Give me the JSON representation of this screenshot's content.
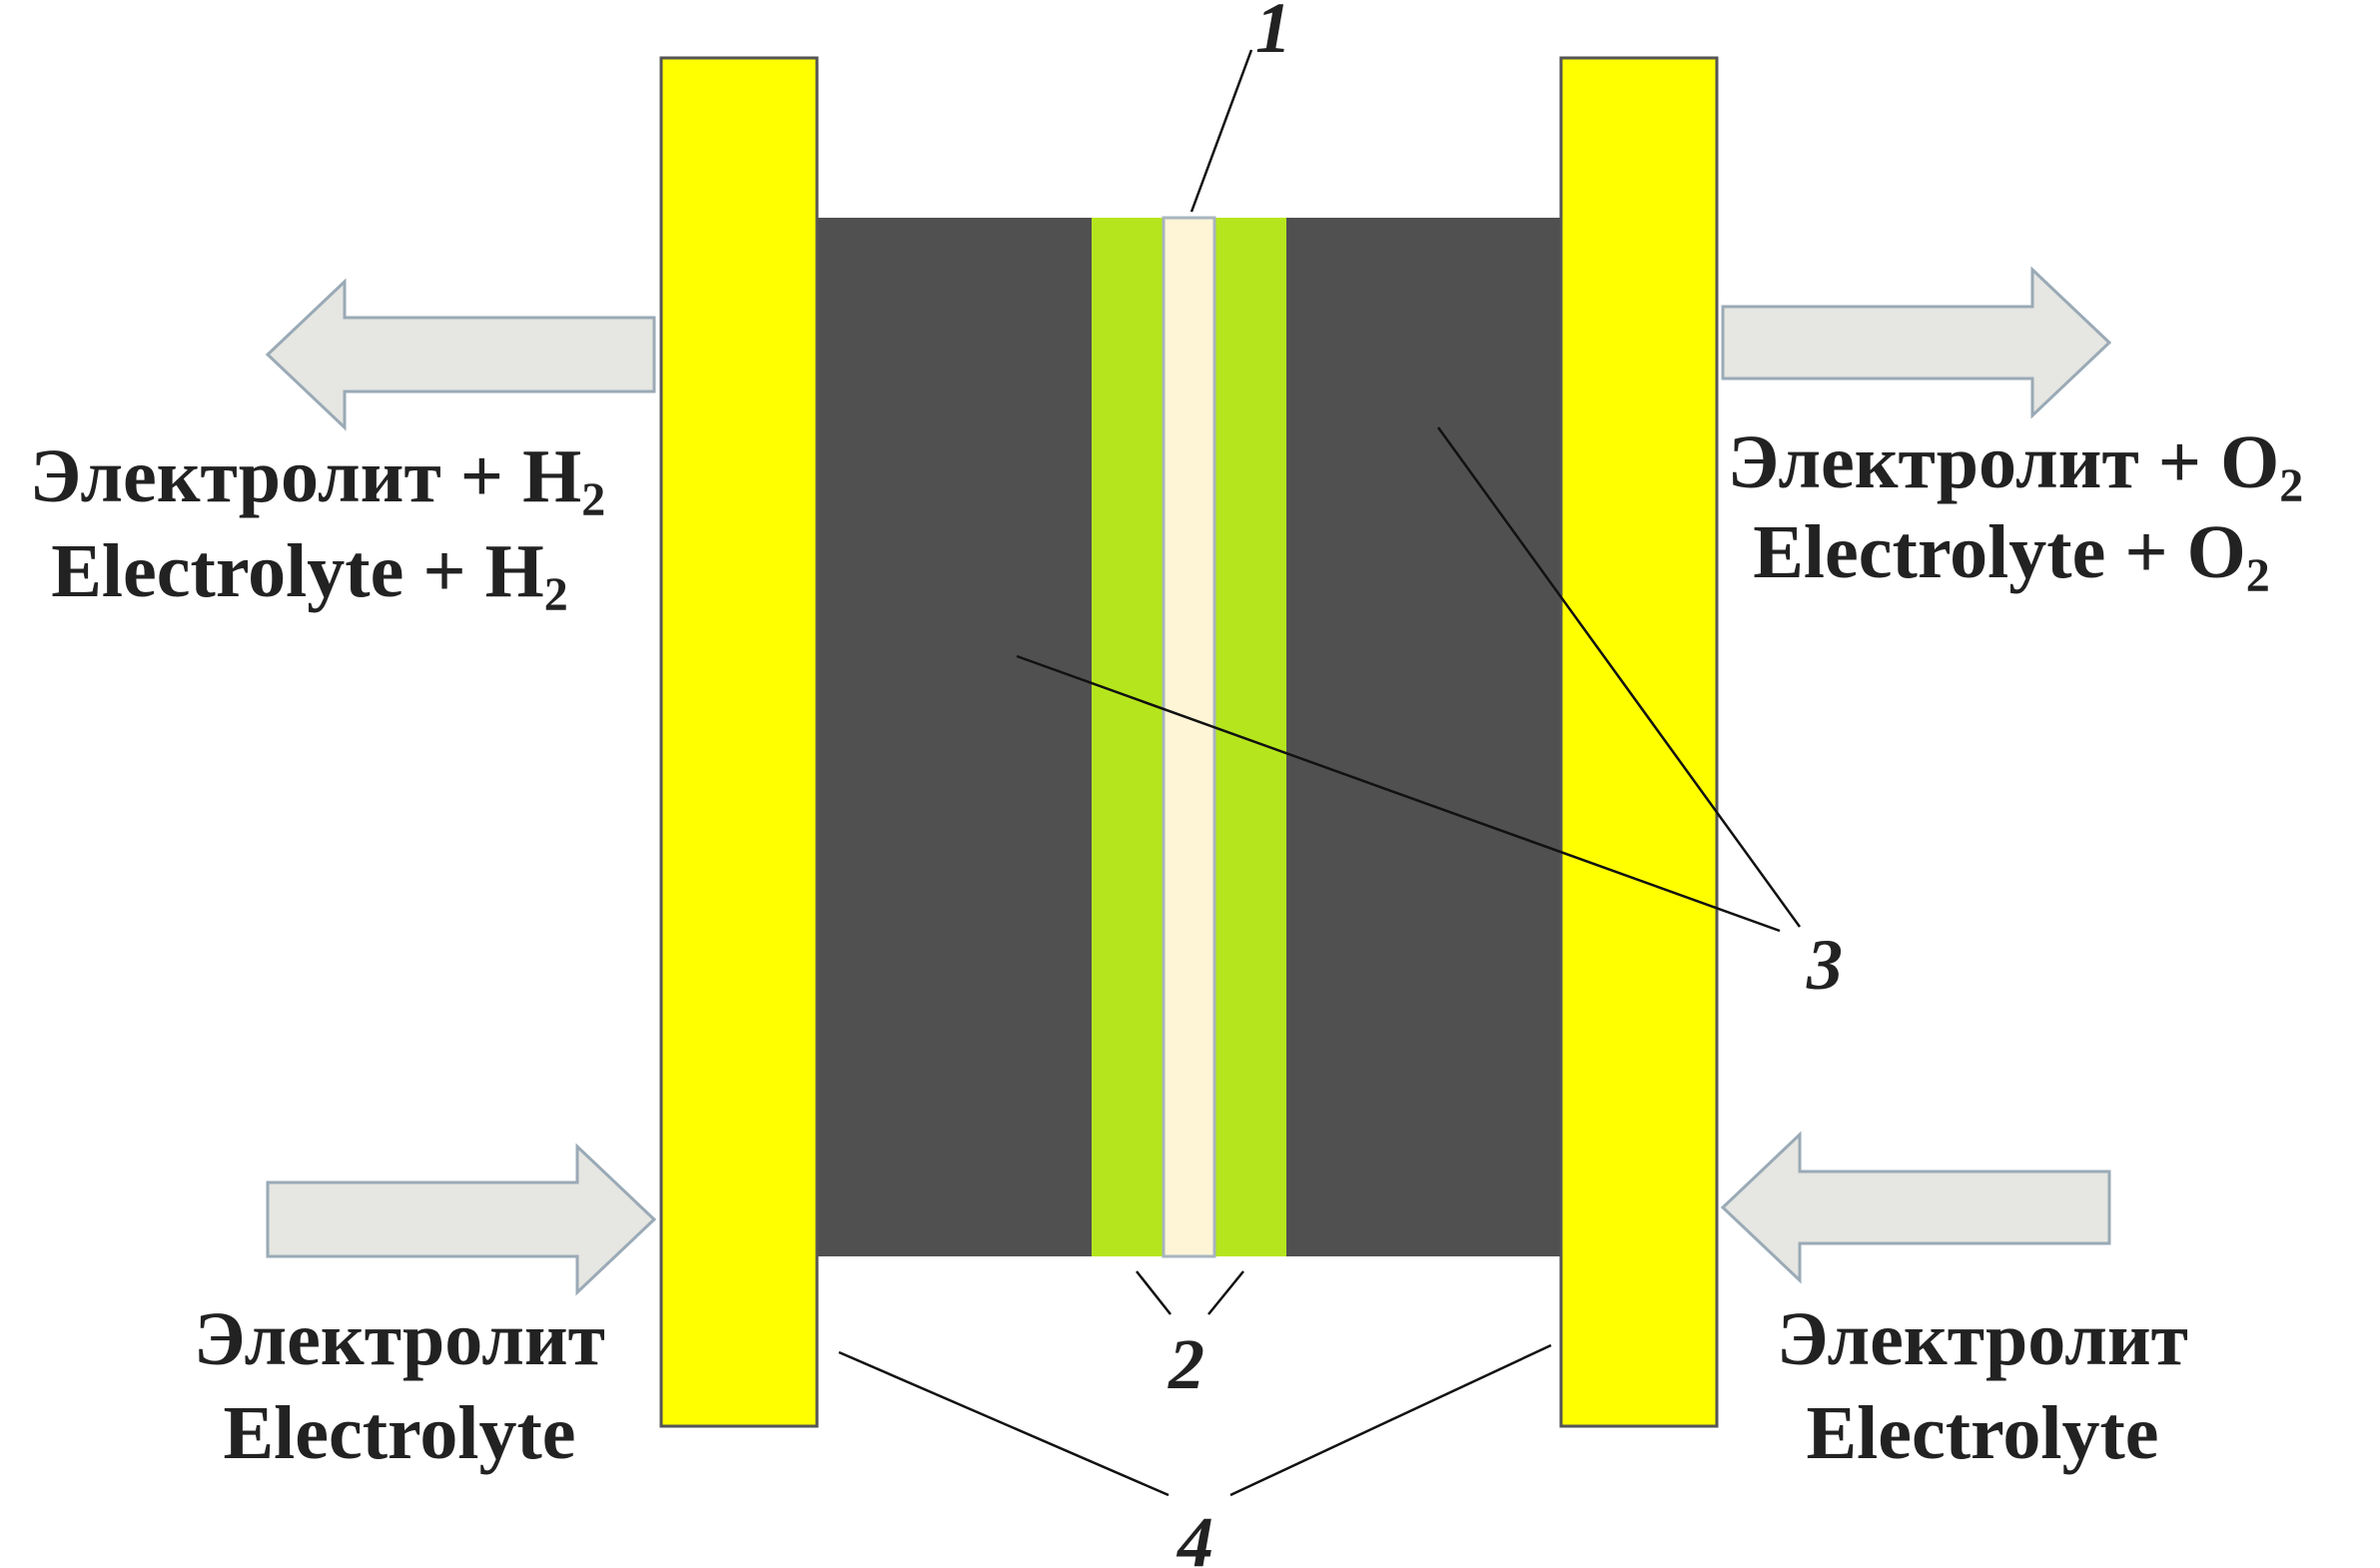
{
  "labels": {
    "top_left_ru": "Электролит + H",
    "top_left_en": "Electrolyte + H",
    "h2_sub": "2",
    "top_right_ru": "Электролит + O",
    "top_right_en": "Electrolyte + O",
    "o2_sub": "2",
    "bottom_left_ru": "Электролит",
    "bottom_left_en": "Electrolyte",
    "bottom_right_ru": "Электролит",
    "bottom_right_en": "Electrolyte"
  },
  "callouts": {
    "n1": "1",
    "n2": "2",
    "n3": "3",
    "n4": "4"
  },
  "colors": {
    "bipolar_plate": "#ffff00",
    "electrode": "#505050",
    "catalyst_layer": "#b5e61d",
    "membrane": "#fdf5d6",
    "arrow_fill": "#e6e6e2",
    "arrow_stroke": "#9aaab6"
  }
}
